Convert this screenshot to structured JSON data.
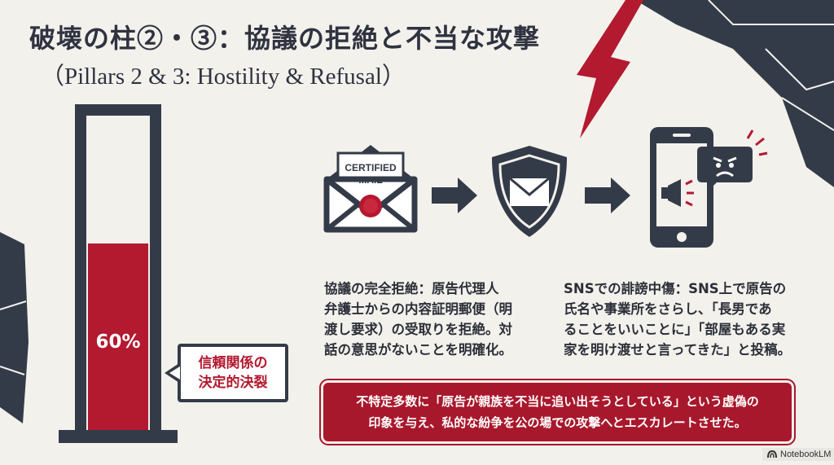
{
  "title": "破壊の柱②・③：協議の拒絶と不当な攻撃",
  "subtitle": "（Pillars 2 & 3: Hostility & Refusal）",
  "gauge": {
    "percent": 60,
    "label": "60%"
  },
  "callout": {
    "line1": "信頼関係の",
    "line2": "決定的決裂"
  },
  "flow": {
    "envelope_text_1": "CERTIFIED",
    "envelope_text_2": "MAIL"
  },
  "left_text": [
    "協議の完全拒絶：原告代理人",
    "弁護士からの内容証明郵便（明",
    "渡し要求）の受取りを拒絶。対",
    "話の意思がないことを明確化。"
  ],
  "right_text": [
    "SNSでの誹謗中傷：SNS上で原告の",
    "氏名や事業所をさらし、「長男であ",
    "ることをいいことに」「部屋もある実",
    "家を明け渡せと言ってきた」と投稿。"
  ],
  "banner": [
    "不特定多数に「原告が親族を不当に追い出そうとしている」という虚偽の",
    "印象を与え、私的な紛争を公の場での攻撃へとエスカレートさせた。"
  ],
  "watermark": "NotebookLM",
  "colors": {
    "accent": "#b3192f",
    "dark": "#343b48",
    "background": "#f3f1ec"
  }
}
